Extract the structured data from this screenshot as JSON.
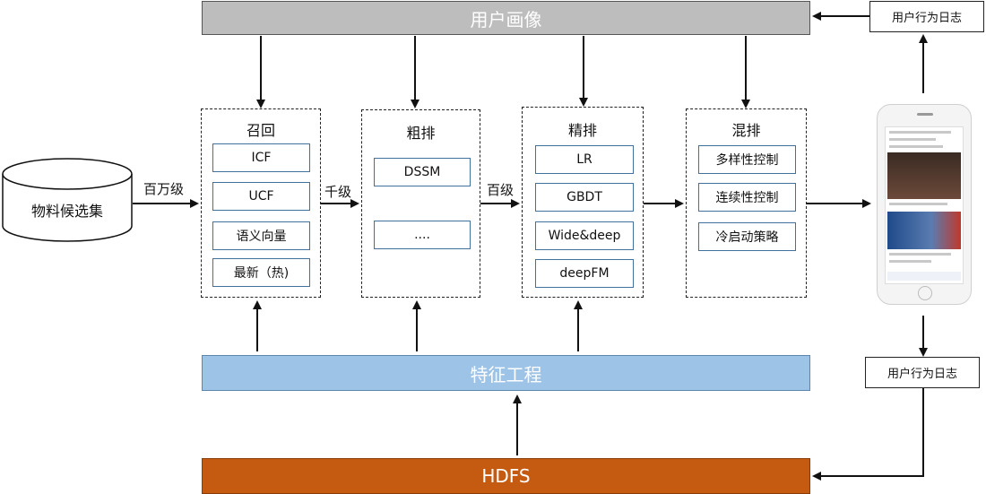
{
  "top_bar": {
    "label": "用户画像"
  },
  "feature_bar": {
    "label": "特征工程"
  },
  "hdfs_bar": {
    "label": "HDFS"
  },
  "material_pool": {
    "label": "物料候选集"
  },
  "flow_labels": {
    "millions": "百万级",
    "thousands": "千级",
    "hundreds": "百级"
  },
  "stages": {
    "recall": {
      "title": "召回",
      "items": [
        "ICF",
        "UCF",
        "语义向量",
        "最新（热)"
      ]
    },
    "coarse": {
      "title": "粗排",
      "items": [
        "DSSM",
        "...."
      ]
    },
    "fine": {
      "title": "精排",
      "items": [
        "LR",
        "GBDT",
        "Wide&deep",
        "deepFM"
      ]
    },
    "mix": {
      "title": "混排",
      "items": [
        "多样性控制",
        "连续性控制",
        "冷启动策略"
      ]
    }
  },
  "log_boxes": {
    "top": "用户行为日志",
    "bottom": "用户行为日志"
  },
  "colors": {
    "profile_bar": "#bdbdbd",
    "feature_bar": "#9dc3e6",
    "hdfs_bar": "#c55a11",
    "item_border": "#41719c"
  }
}
